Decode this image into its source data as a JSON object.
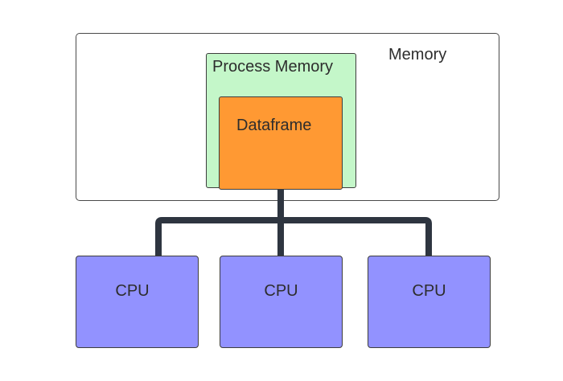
{
  "memory": {
    "label": "Memory",
    "process_memory": {
      "label": "Process Memory",
      "dataframe_label": "Dataframe"
    }
  },
  "cpus": [
    {
      "label": "CPU"
    },
    {
      "label": "CPU"
    },
    {
      "label": "CPU"
    }
  ],
  "colors": {
    "memory_fill": "#ffffff",
    "process_fill": "#c4f7c9",
    "dataframe_fill": "#ff9933",
    "cpu_fill": "#9292ff",
    "bus_stroke": "#2e3540"
  }
}
